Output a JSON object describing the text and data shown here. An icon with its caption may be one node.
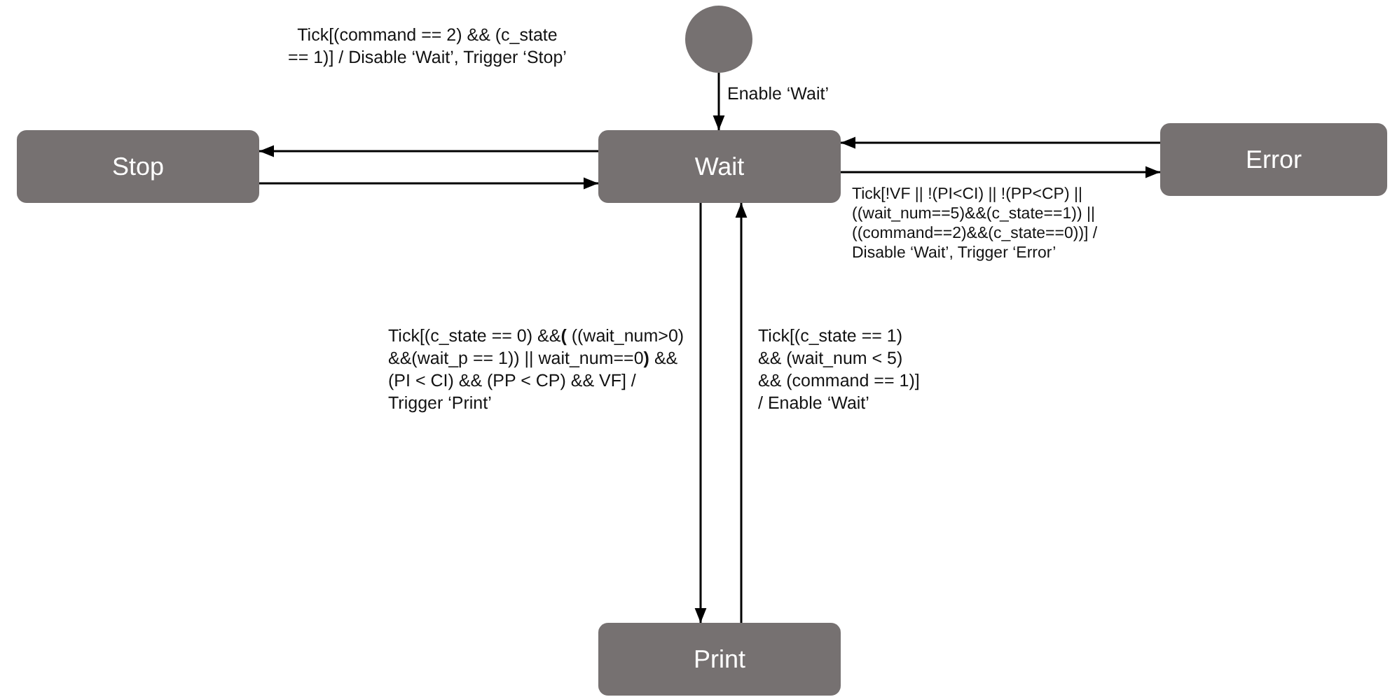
{
  "diagram": {
    "nodes": [
      {
        "text": [],
        "shape": "circle"
      },
      {
        "text": [
          "Stop"
        ]
      },
      {
        "text": [
          "Wait"
        ]
      },
      {
        "text": [
          "Error"
        ]
      },
      {
        "text": [
          "Print"
        ]
      }
    ],
    "edges": [
      {
        "from": 0,
        "to": 2,
        "arrow": "to",
        "label": "Enable ‘Wait’"
      },
      {
        "from": 2,
        "to": 1,
        "arrow": "to",
        "label": "Tick[(command == 2) && (c_state == 1)] / Disable ‘Wait’, Trigger ‘Stop’"
      },
      {
        "from": 1,
        "to": 2,
        "arrow": "to"
      },
      {
        "from": 3,
        "to": 2,
        "arrow": "to"
      },
      {
        "from": 2,
        "to": 3,
        "arrow": "to",
        "label": "Tick[!VF || !(PI<CI) || !(PP<CP) || ((wait_num==5)&&(c_state==1)) || ((command==2)&&(c_state==0))] / Disable ‘Wait’, Trigger ‘Error’"
      },
      {
        "from": 2,
        "to": 4,
        "arrow": "to",
        "label": "Tick[(c_state == 0) &&**(** ((wait_num>0) &&(wait_p == 1)) || wait_num==0**)** && (PI < CI) && (PP < CP) && VF] / Trigger ‘Print’"
      },
      {
        "from": 4,
        "to": 2,
        "arrow": "to",
        "label": "Tick[(c_state == 1) && (wait_num < 5) && (command == 1)] / Enable ‘Wait’"
      }
    ]
  }
}
